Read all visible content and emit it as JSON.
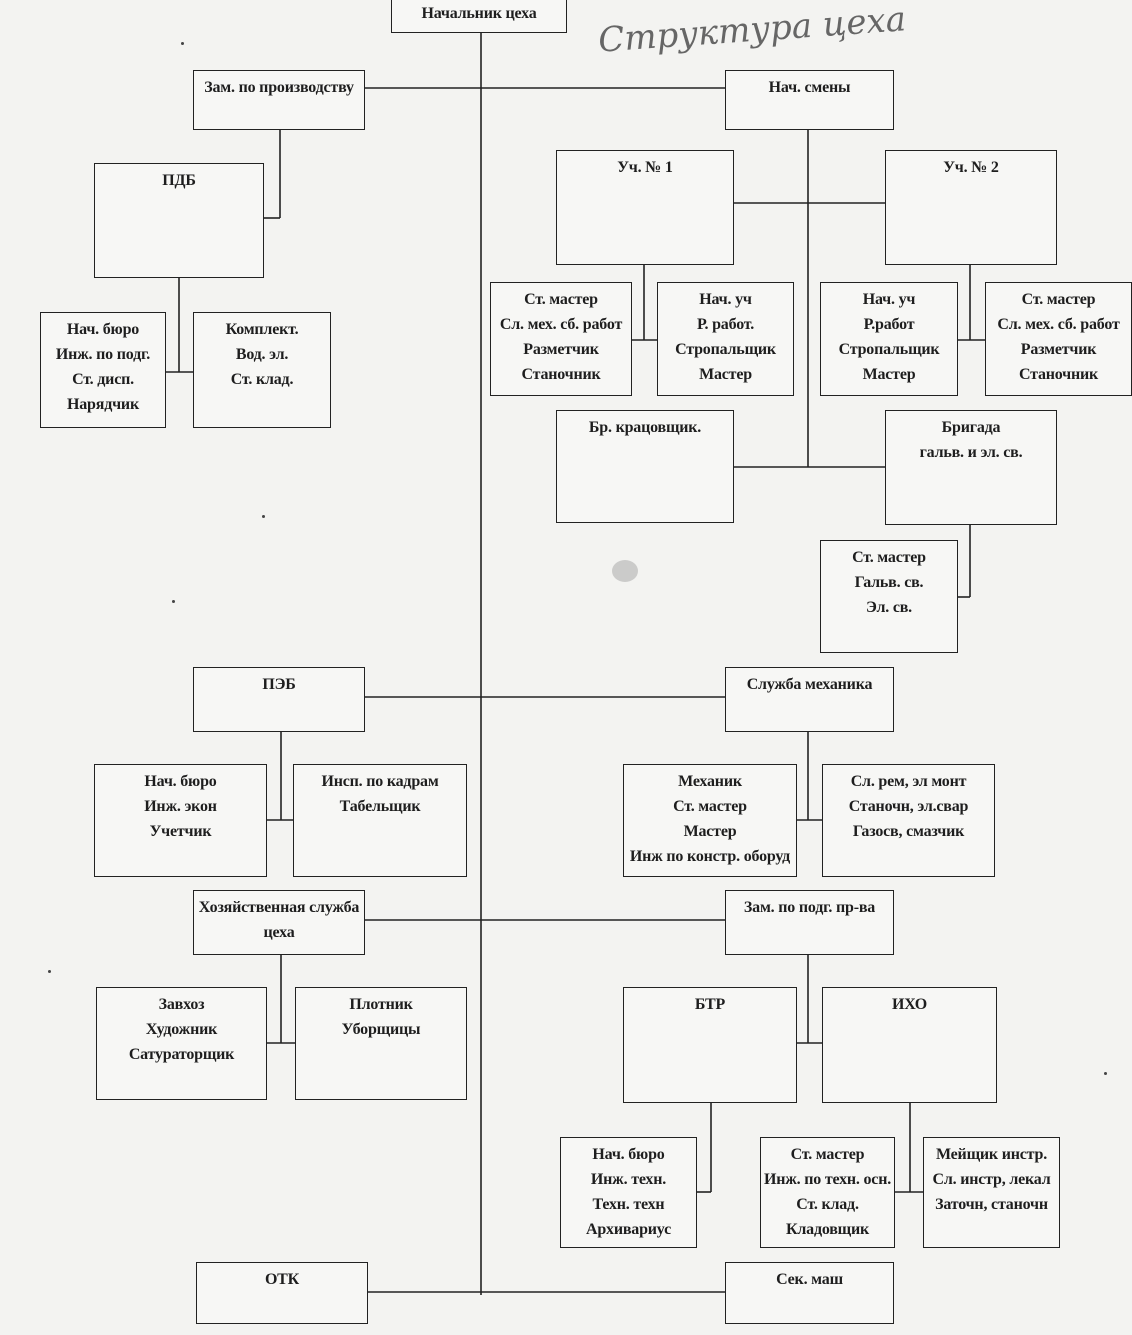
{
  "handwritten_note": "Структура цеха",
  "boxes": {
    "head": [
      "Начальник цеха"
    ],
    "deputy_production": [
      "Зам. по производству"
    ],
    "pdb": [
      "ПДБ"
    ],
    "pdb_left": [
      "Нач. бюро",
      "Инж. по подг.",
      "Ст. дисп.",
      "Нарядчик"
    ],
    "pdb_right": [
      "Комплект.",
      "Вод. эл.",
      "Ст. клад."
    ],
    "shift_head": [
      "Нач. смены"
    ],
    "section1": [
      "Уч. № 1"
    ],
    "section2": [
      "Уч. № 2"
    ],
    "s1_left": [
      "Ст. мастер",
      "Сл. мех. сб. работ",
      "Разметчик",
      "Станочник"
    ],
    "s1_right": [
      "Нач. уч",
      "Р. работ.",
      "Стропальщик",
      "Мастер"
    ],
    "s2_left": [
      "Нач. уч",
      "Р.работ",
      "Стропальщик",
      "Мастер"
    ],
    "s2_right": [
      "Ст. мастер",
      "Сл. мех. сб. работ",
      "Разметчик",
      "Станочник"
    ],
    "painters": [
      "Бр. крацовщик."
    ],
    "brigade": [
      "Бригада",
      "гальв. и эл. св."
    ],
    "brigade_sub": [
      "Ст. мастер",
      "Гальв. св.",
      "Эл. св."
    ],
    "peb": [
      "ПЭБ"
    ],
    "peb_left": [
      "Нач. бюро",
      "Инж. экон",
      "Учетчик"
    ],
    "peb_right": [
      "Инсп. по кадрам",
      "Табельщик"
    ],
    "mech_service": [
      "Служба механика"
    ],
    "mech_left": [
      "Механик",
      "Ст. мастер",
      "Мастер",
      "Инж по констр. оборуд"
    ],
    "mech_right": [
      "Сл. рем, эл монт",
      "Станочн, эл.свар",
      "Газосв, смазчик"
    ],
    "household": [
      "Хозяйственная служба",
      "цеха"
    ],
    "house_left": [
      "Завхоз",
      "Художник",
      "Сатураторщик"
    ],
    "house_right": [
      "Плотник",
      "Уборщицы"
    ],
    "deputy_prep": [
      "Зам. по подг. пр-ва"
    ],
    "btr": [
      "БТР"
    ],
    "iho": [
      "ИХО"
    ],
    "btr_sub": [
      "Нач. бюро",
      "Инж. техн.",
      "Техн. техн",
      "Архивариус"
    ],
    "iho_left": [
      "Ст. мастер",
      "Инж. по техн. осн.",
      "Ст. клад.",
      "Кладовщик"
    ],
    "iho_right": [
      "Мейщик инстр.",
      "Сл. инстр, лекал",
      "Заточн, станочн"
    ],
    "otk": [
      "ОТК"
    ],
    "sec_mash": [
      "Сек. маш"
    ]
  }
}
